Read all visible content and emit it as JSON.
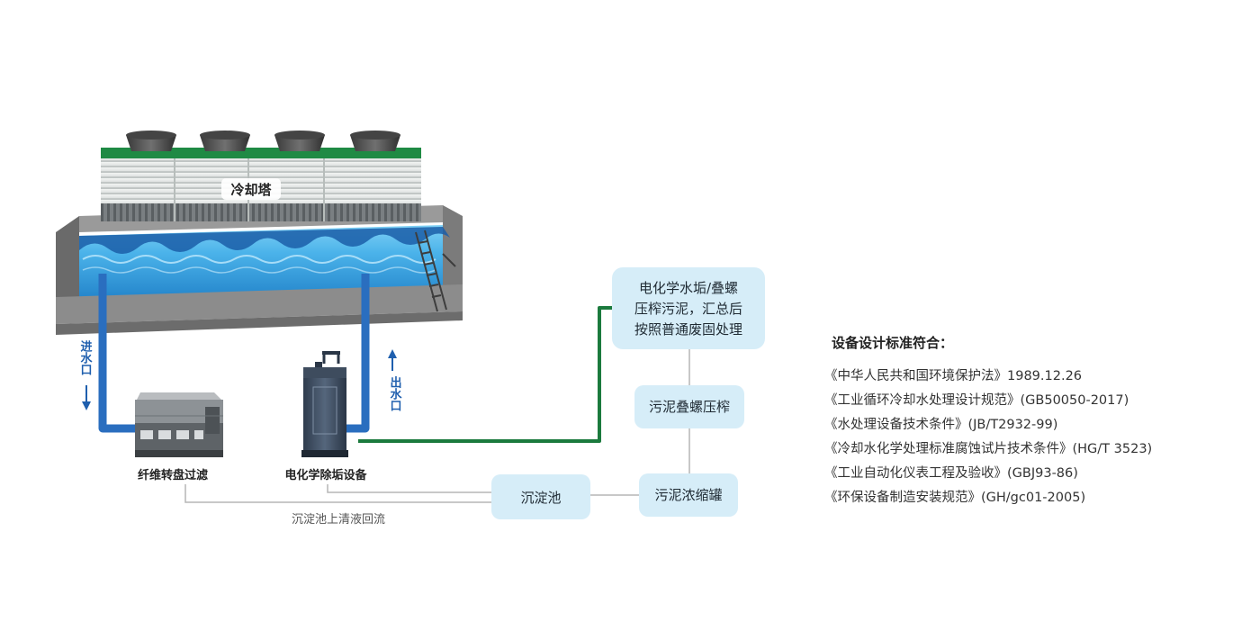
{
  "diagram": {
    "cooling_tower_label": "冷却塔",
    "inlet_label": "进水口",
    "outlet_label": "出水口",
    "filter_label": "纤维转盘过滤",
    "descaler_label": "电化学除垢设备",
    "sediment_box": "沉淀池",
    "concentrator_box": "污泥浓缩罐",
    "press_box": "污泥叠螺压榨",
    "waste_box_lines": [
      "电化学水垢/叠螺",
      "压榨污泥，汇总后",
      "按照普通废固处理"
    ],
    "return_label": "沉淀池上清液回流"
  },
  "standards": {
    "heading": "设备设计标准符合：",
    "items": [
      "《中华人民共和国环境保护法》1989.12.26",
      "《工业循环冷却水处理设计规范》(GB50050-2017)",
      "《水处理设备技术条件》(JB/T2932-99)",
      "《冷却水化学处理标准腐蚀试片技术条件》(HG/T 3523)",
      "《工业自动化仪表工程及验收》(GBJ93-86)",
      "《环保设备制造安装规范》(GH/gc01-2005)"
    ]
  },
  "colors": {
    "pipe_blue": "#2a6ebf",
    "pipe_green": "#1b7a3d",
    "box_fill": "#d6edf8",
    "water": "#39a6e0",
    "connector_gray": "#b5b5b5"
  }
}
